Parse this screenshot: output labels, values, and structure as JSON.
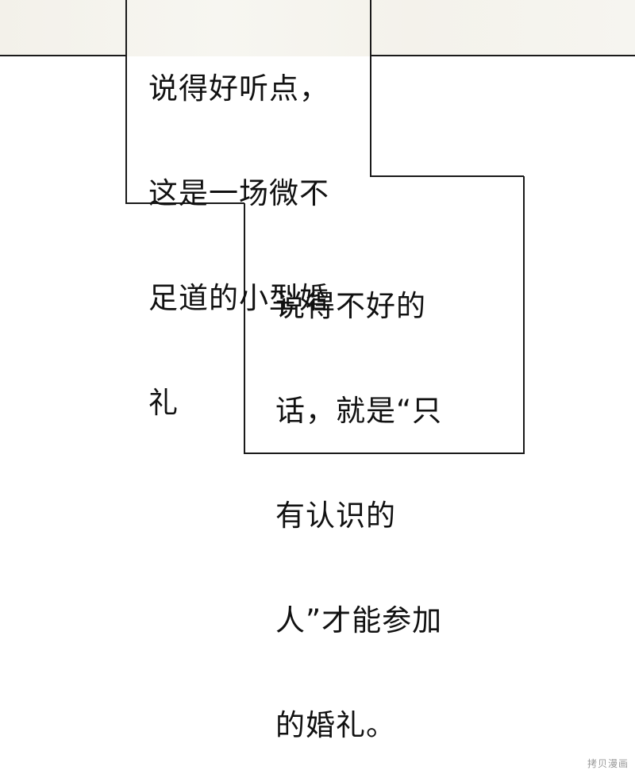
{
  "page": {
    "background_color": "#ffffff",
    "line_color": "#1a1a1a",
    "text_color": "#111111"
  },
  "captions": [
    {
      "lines": [
        "说得好听点，",
        "这是一场微不",
        "足道的小型婚",
        "礼"
      ]
    },
    {
      "lines": [
        "说得不好的",
        "话，就是“只",
        "有认识的",
        "人”才能参加",
        "的婚礼。"
      ]
    }
  ],
  "watermark": {
    "text": "拷贝漫画"
  }
}
